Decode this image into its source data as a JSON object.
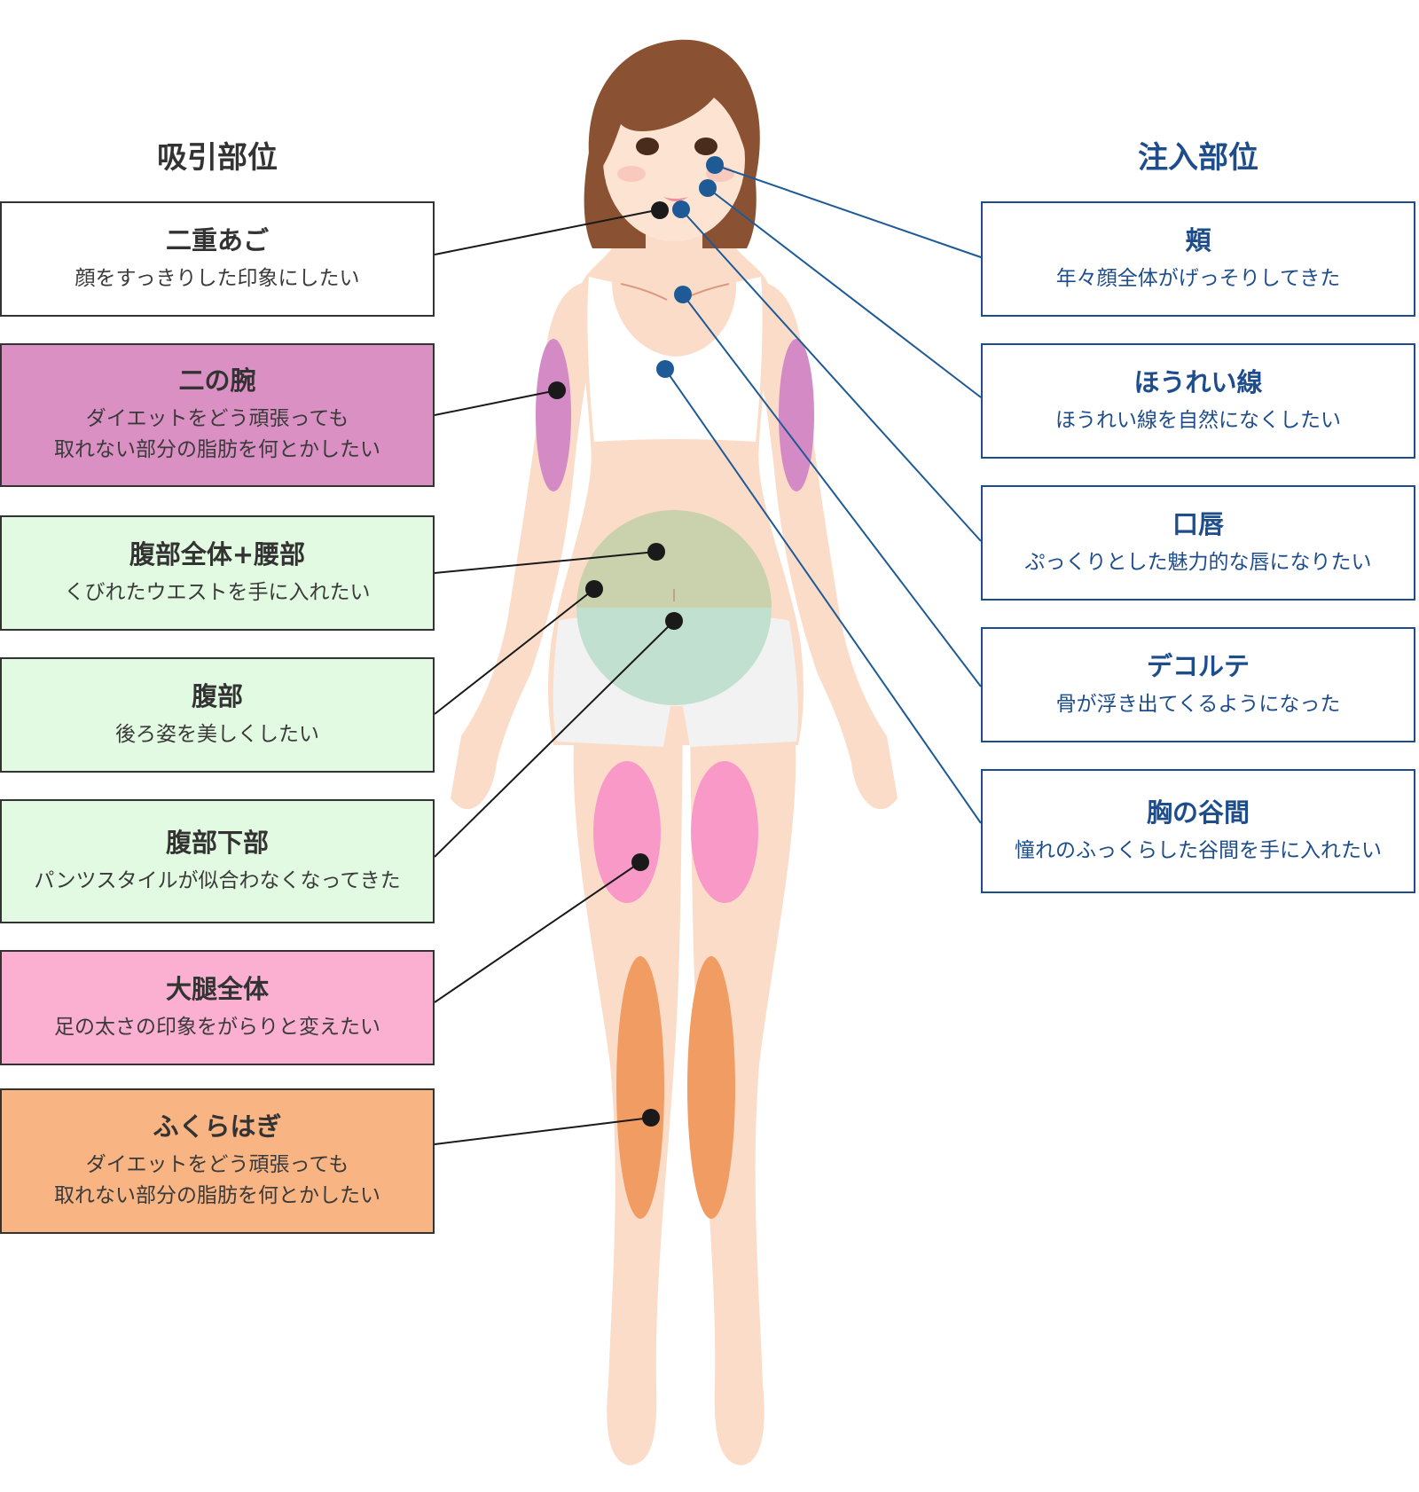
{
  "headings": {
    "left": "吸引部位",
    "right": "注入部位"
  },
  "colors": {
    "left_border": "#333333",
    "right_accent": "#1e4d8c",
    "skin": "#fbdcc8",
    "hair": "#8a5232",
    "dot_left": "#1a1a1a",
    "dot_right": "#1e5a96"
  },
  "left_items": [
    {
      "title": "二重あご",
      "desc": [
        "顔をすっきりした印象にしたい"
      ],
      "bg": "#ffffff"
    },
    {
      "title": "二の腕",
      "desc": [
        "ダイエットをどう頑張っても",
        "取れない部分の脂肪を何とかしたい"
      ],
      "bg": "#db90c4"
    },
    {
      "title": "腹部全体+腰部",
      "desc": [
        "くびれたウエストを手に入れたい"
      ],
      "bg": "#e3fae2"
    },
    {
      "title": "腹部",
      "desc": [
        "後ろ姿を美しくしたい"
      ],
      "bg": "#e3fae2"
    },
    {
      "title": "腹部下部",
      "desc": [
        "パンツスタイルが似合わなくなってきた"
      ],
      "bg": "#e3fae2"
    },
    {
      "title": "大腿全体",
      "desc": [
        "足の太さの印象をがらりと変えたい"
      ],
      "bg": "#fbb0d2"
    },
    {
      "title": "ふくらはぎ",
      "desc": [
        "ダイエットをどう頑張っても",
        "取れない部分の脂肪を何とかしたい"
      ],
      "bg": "#f8b482"
    }
  ],
  "right_items": [
    {
      "title": "頬",
      "desc": [
        "年々顔全体がげっそりしてきた"
      ]
    },
    {
      "title": "ほうれい線",
      "desc": [
        "ほうれい線を自然になくしたい"
      ]
    },
    {
      "title": "口唇",
      "desc": [
        "ぷっくりとした魅力的な唇になりたい"
      ]
    },
    {
      "title": "デコルテ",
      "desc": [
        "骨が浮き出てくるようになった"
      ]
    },
    {
      "title": "胸の谷間",
      "desc": [
        "憧れのふっくらした谷間を手に入れたい"
      ]
    }
  ]
}
